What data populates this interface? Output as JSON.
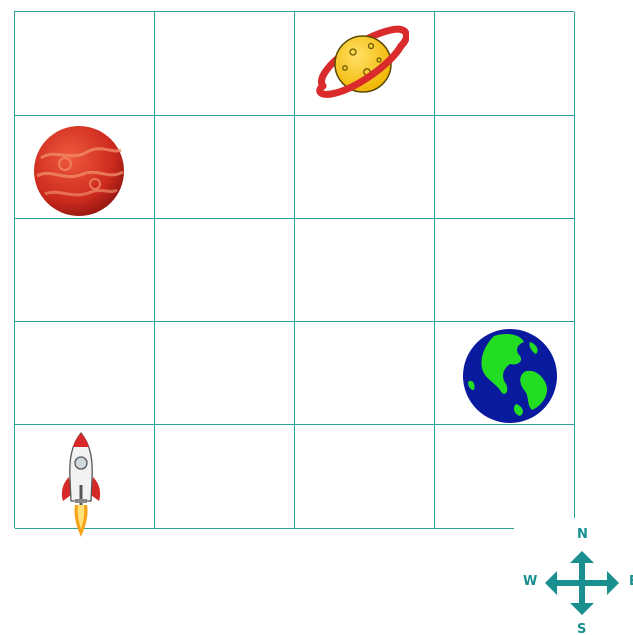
{
  "grid": {
    "rows": 5,
    "cols": 4,
    "line_color": "#2aa198"
  },
  "pieces": [
    {
      "name": "saturn-planet",
      "icon": "saturn-icon",
      "row": 0,
      "col": 2
    },
    {
      "name": "mars-planet",
      "icon": "mars-icon",
      "row": 1,
      "col": 0
    },
    {
      "name": "earth-planet",
      "icon": "earth-icon",
      "row": 3,
      "col": 3
    },
    {
      "name": "rocket",
      "icon": "rocket-icon",
      "row": 4,
      "col": 0
    }
  ],
  "compass": {
    "north": "N",
    "south": "S",
    "east": "E",
    "west": "W",
    "color": "#1a8f8f"
  }
}
